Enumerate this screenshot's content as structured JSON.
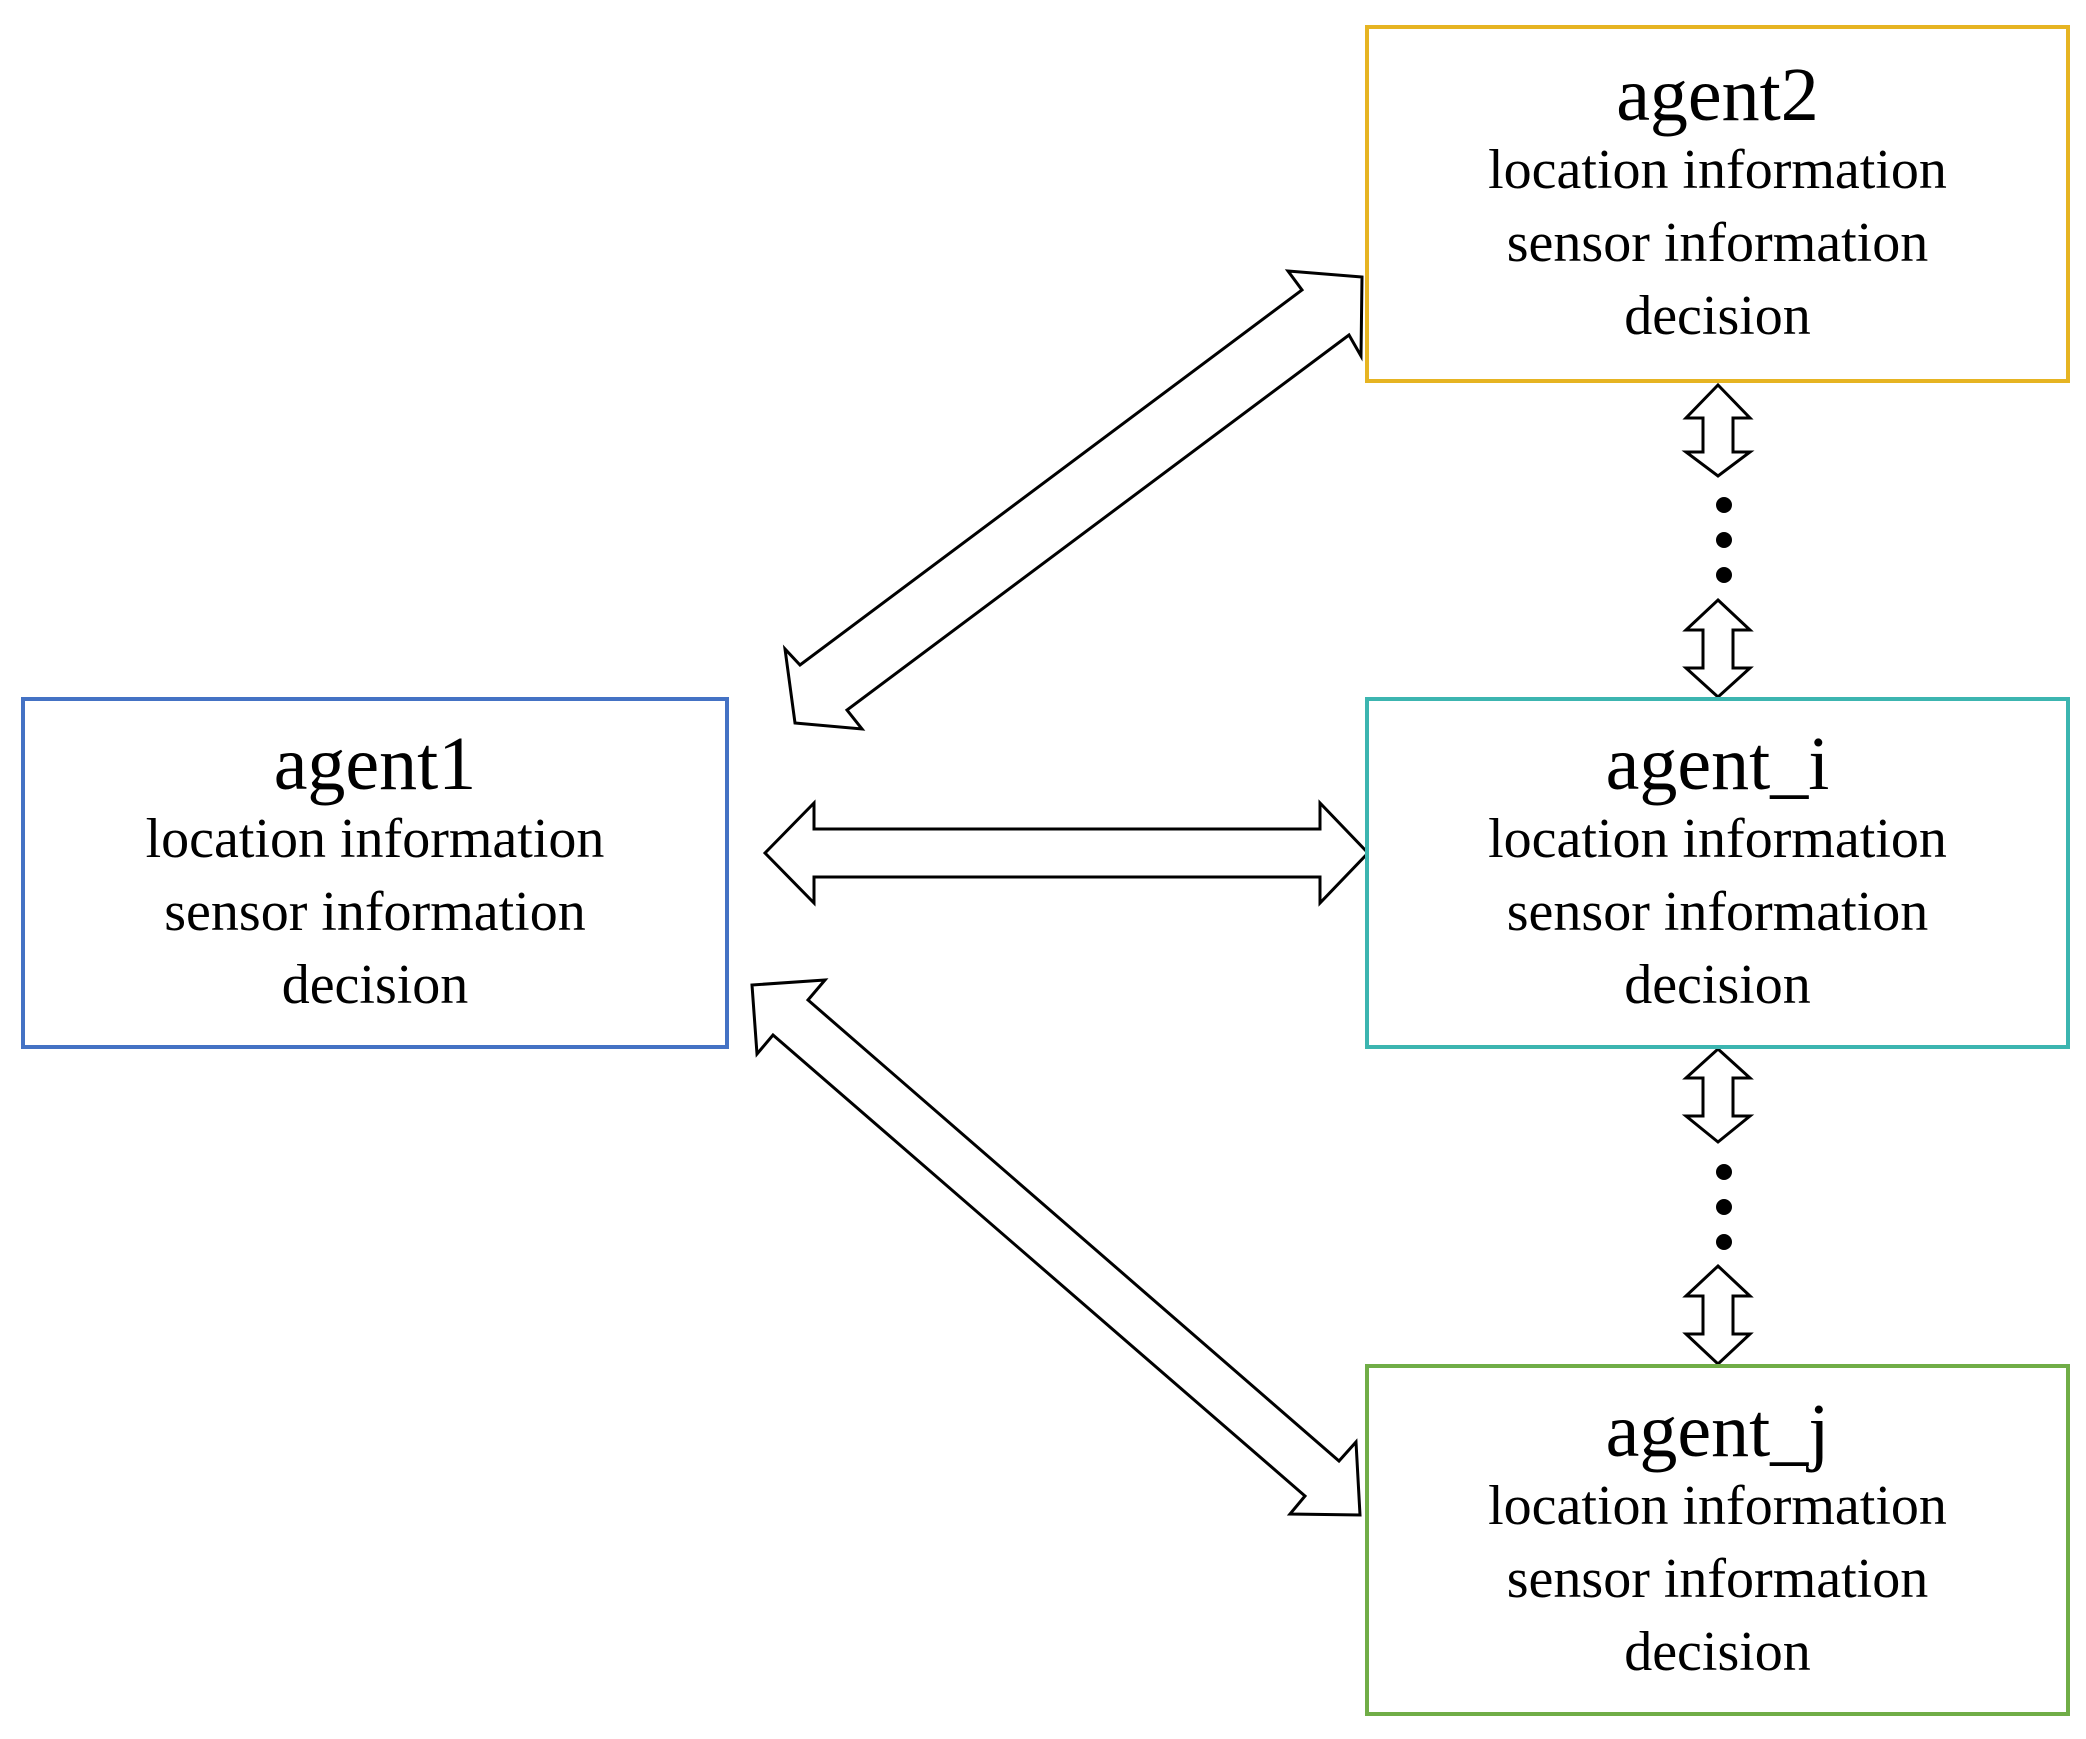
{
  "agents": [
    {
      "id": "agent1",
      "name": "agent1",
      "lines": [
        "location information",
        "sensor information",
        "decision"
      ],
      "border_color": "#4472C4"
    },
    {
      "id": "agent2",
      "name": "agent2",
      "lines": [
        "location information",
        "sensor information",
        "decision"
      ],
      "border_color": "#E6B422"
    },
    {
      "id": "agent_i",
      "name": "agent_i",
      "lines": [
        "location information",
        "sensor information",
        "decision"
      ],
      "border_color": "#3CB5B0"
    },
    {
      "id": "agent_j",
      "name": "agent_j",
      "lines": [
        "location information",
        "sensor information",
        "decision"
      ],
      "border_color": "#70AD47"
    }
  ],
  "connections": [
    {
      "from": "agent1",
      "to": "agent2",
      "style": "double-headed-block-arrow"
    },
    {
      "from": "agent1",
      "to": "agent_i",
      "style": "double-headed-block-arrow"
    },
    {
      "from": "agent1",
      "to": "agent_j",
      "style": "double-headed-block-arrow"
    },
    {
      "from": "agent2",
      "to": "agent_i",
      "style": "double-headed-block-arrow-with-ellipsis"
    },
    {
      "from": "agent_i",
      "to": "agent_j",
      "style": "double-headed-block-arrow-with-ellipsis"
    }
  ],
  "colors": {
    "background": "#FFFFFF",
    "arrow_fill": "#FFFFFF",
    "arrow_stroke": "#000000",
    "text": "#000000"
  }
}
